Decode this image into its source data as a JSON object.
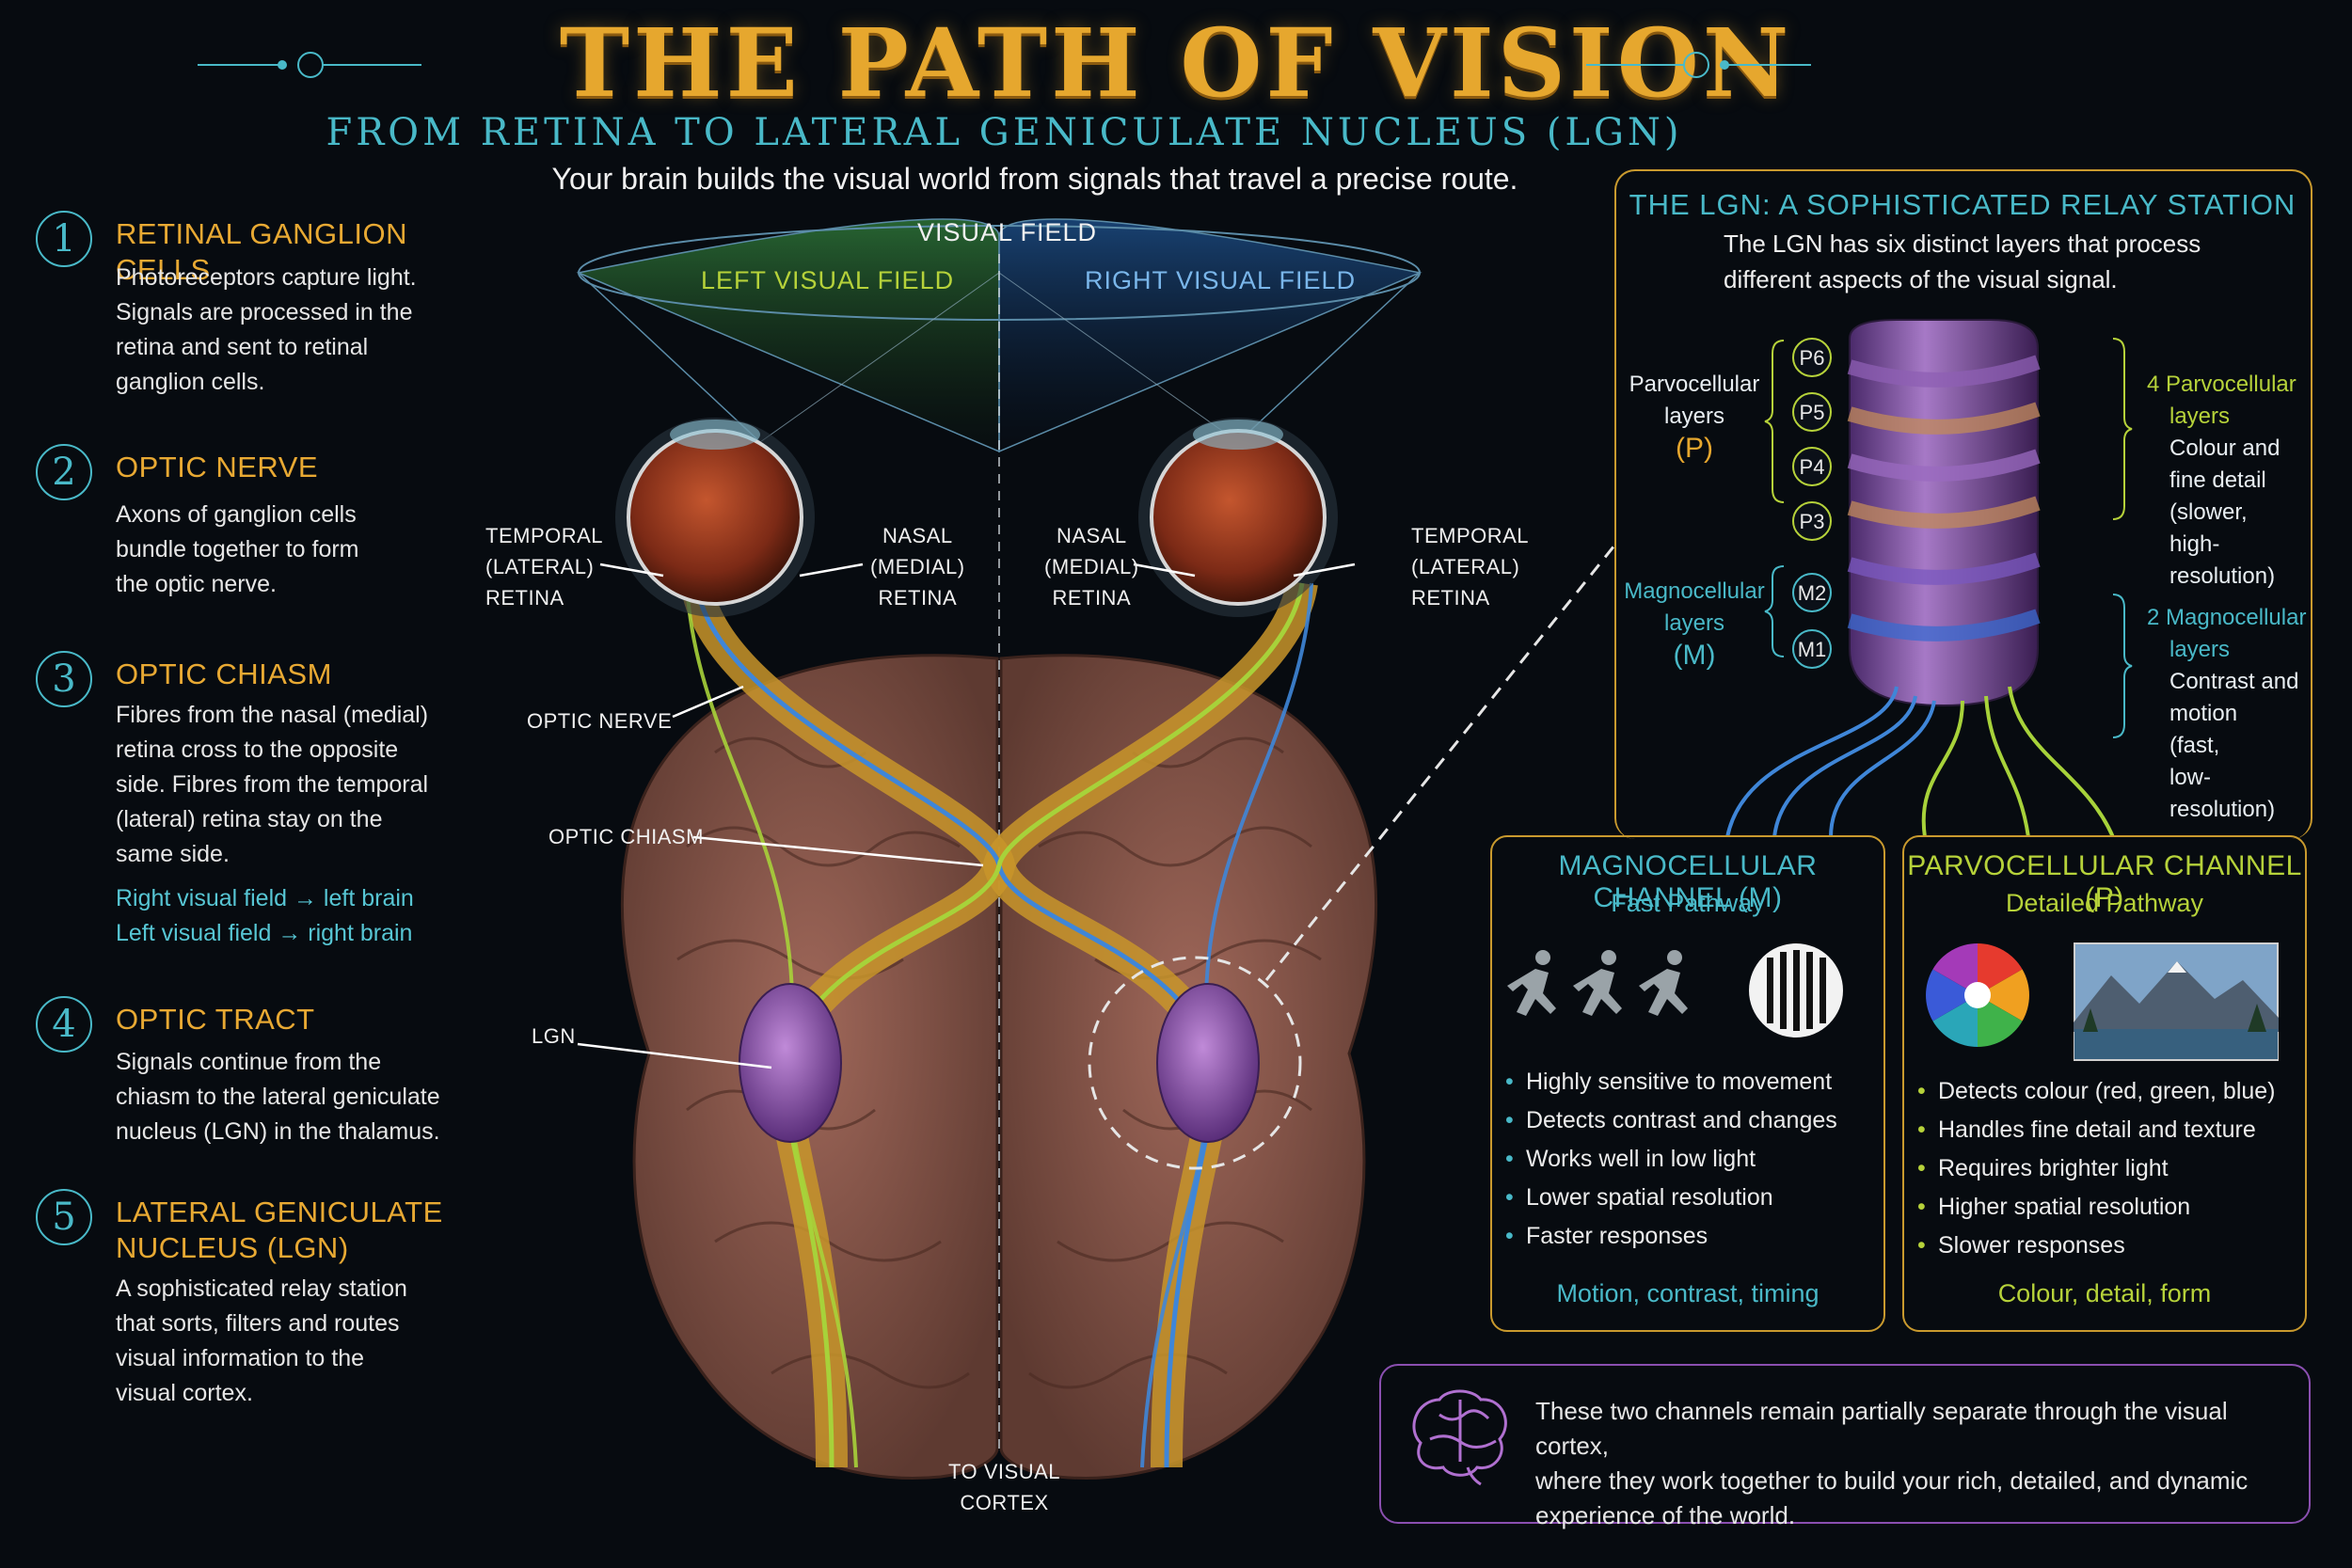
{
  "title": "THE PATH OF VISION",
  "subtitle": "FROM RETINA TO LATERAL GENICULATE NUCLEUS (LGN)",
  "tagline": "Your brain builds the visual world from signals that travel a precise route.",
  "steps": [
    {
      "num": "1",
      "title": "RETINAL GANGLION CELLS",
      "text": [
        "Photoreceptors capture light.",
        "Signals are processed in the",
        "retina and sent to retinal",
        "ganglion cells."
      ]
    },
    {
      "num": "2",
      "title": "OPTIC NERVE",
      "text": [
        "Axons of ganglion cells",
        "bundle together to form",
        "the optic nerve."
      ]
    },
    {
      "num": "3",
      "title": "OPTIC CHIASM",
      "text": [
        "Fibres from the nasal (medial)",
        "retina cross to the opposite",
        "side. Fibres from the temporal",
        "(lateral) retina stay on the",
        "same side."
      ],
      "notes": [
        "Right visual field → left brain",
        "Left visual field → right brain"
      ]
    },
    {
      "num": "4",
      "title": "OPTIC TRACT",
      "text": [
        "Signals continue from the",
        "chiasm to the lateral geniculate",
        "nucleus (LGN) in the thalamus."
      ]
    },
    {
      "num": "5",
      "title": [
        "LATERAL GENICULATE",
        "NUCLEUS (LGN)"
      ],
      "text": [
        "A sophisticated relay station",
        "that sorts, filters and routes",
        "visual information to the",
        "visual cortex."
      ]
    }
  ],
  "diagram": {
    "visual_field": "VISUAL FIELD",
    "left_field": "LEFT VISUAL FIELD",
    "right_field": "RIGHT VISUAL FIELD",
    "temporal_left": [
      "TEMPORAL",
      "(LATERAL)",
      "RETINA"
    ],
    "nasal_left": [
      "NASAL",
      "(MEDIAL)",
      "RETINA"
    ],
    "nasal_right": [
      "NASAL",
      "(MEDIAL)",
      "RETINA"
    ],
    "temporal_right": [
      "TEMPORAL",
      "(LATERAL)",
      "RETINA"
    ],
    "optic_nerve": "OPTIC NERVE",
    "optic_chiasm": "OPTIC CHIASM",
    "lgn": "LGN",
    "to_cortex": [
      "TO VISUAL",
      "CORTEX"
    ]
  },
  "lgn_panel": {
    "title": "THE LGN: A SOPHISTICATED RELAY STATION",
    "desc": [
      "The LGN has six distinct layers that process",
      "different aspects of the visual signal."
    ],
    "parvo_label": [
      "Parvocellular",
      "layers",
      "(P)"
    ],
    "magno_label": [
      "Magnocellular",
      "layers",
      "(M)"
    ],
    "layers_p": [
      "P6",
      "P5",
      "P4",
      "P3"
    ],
    "layers_m": [
      "M2",
      "M1"
    ],
    "parvo_right": {
      "title": [
        "4 Parvocellular",
        "layers"
      ],
      "text": [
        "Colour and",
        "fine detail",
        "(slower,",
        "high-resolution)"
      ]
    },
    "magno_right": {
      "title": [
        "2 Magnocellular",
        "layers"
      ],
      "text": [
        "Contrast and",
        "motion",
        "(fast,",
        "low-resolution)"
      ]
    }
  },
  "magno": {
    "title": "MAGNOCELLULAR CHANNEL (M)",
    "sub": "Fast Pathway",
    "bullets": [
      "Highly sensitive to movement",
      "Detects contrast and changes",
      "Works well in low light",
      "Lower spatial resolution",
      "Faster responses"
    ],
    "foot": "Motion, contrast, timing"
  },
  "parvo": {
    "title": "PARVOCELLULAR CHANNEL (P)",
    "sub": "Detailed Pathway",
    "bullets": [
      "Detects colour (red, green, blue)",
      "Handles fine detail and texture",
      "Requires brighter light",
      "Higher spatial resolution",
      "Slower responses"
    ],
    "foot": "Colour, detail, form"
  },
  "bottom": [
    "These two channels remain partially separate through the visual cortex,",
    "where they work together to build your rich, detailed, and dynamic",
    "experience of the world."
  ],
  "colors": {
    "gold": "#e6a72e",
    "teal": "#49b9c8",
    "lime": "#b6d23a",
    "purple": "#8a4fb0",
    "background": "#070b10"
  }
}
